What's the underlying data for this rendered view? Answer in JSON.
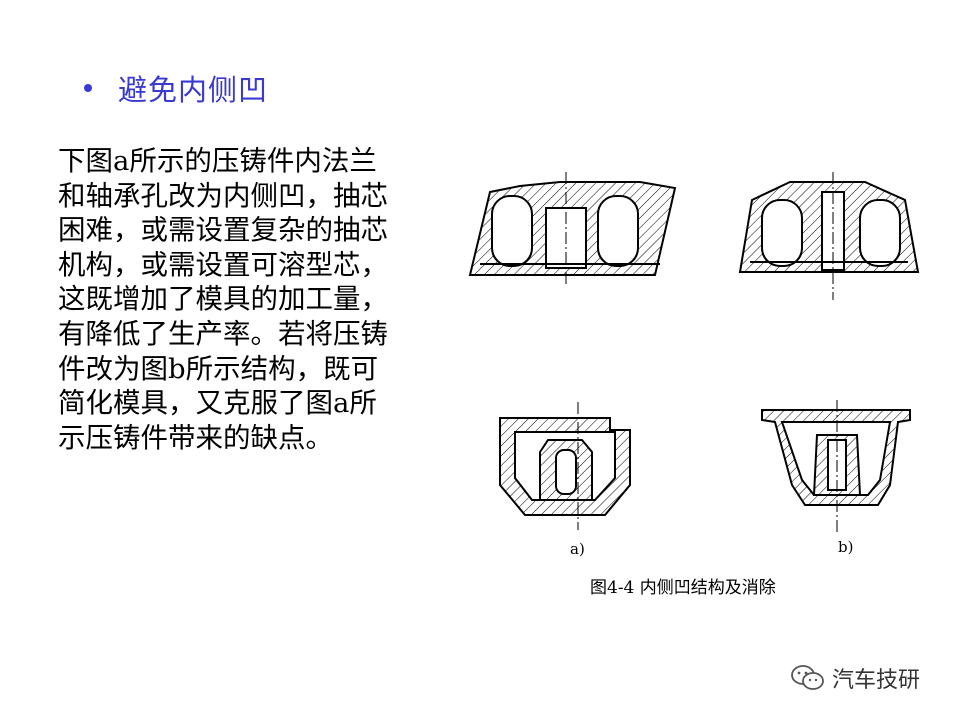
{
  "slide": {
    "bullet_title": "避免内侧凹",
    "body_lines": [
      "下图a所示的压铸件内法兰",
      "和轴承孔改为内侧凹，抽芯",
      "困难，或需设置复杂的抽芯",
      "机构，或需设置可溶型芯，",
      "这既增加了模具的加工量，",
      "有降低了生产率。若将压铸",
      "件改为图b所示结构，既可",
      "简化模具，又克服了图a所",
      "示压铸件带来的缺点。"
    ]
  },
  "figure": {
    "label_a": "a)",
    "label_b": "b)",
    "caption": "图4-4  内侧凹结构及消除"
  },
  "watermark": {
    "icon": "wechat-icon",
    "text": "汽车技研"
  }
}
